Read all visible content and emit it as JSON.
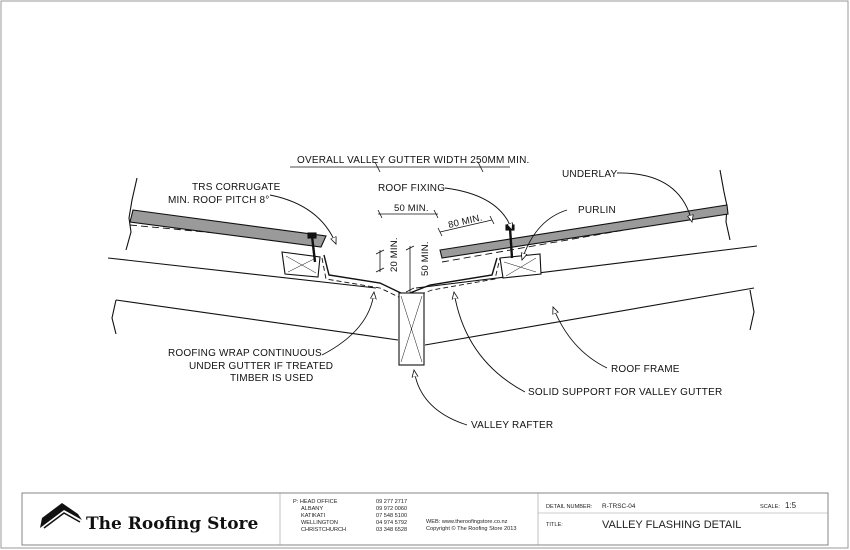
{
  "drawing": {
    "labels": {
      "overall_width": "OVERALL VALLEY GUTTER WIDTH 250MM MIN.",
      "trs_corrugate_line1": "TRS CORRUGATE",
      "trs_corrugate_line2": "MIN. ROOF PITCH 8°",
      "roof_fixing": "ROOF FIXING",
      "underlay": "UNDERLAY",
      "purlin": "PURLIN",
      "dim_50_horizontal": "50 MIN.",
      "dim_80": "80 MIN.",
      "dim_20": "20 MIN.",
      "dim_50_vertical": "50 MIN.",
      "roofing_wrap_line1": "ROOFING WRAP CONTINUOUS",
      "roofing_wrap_line2": "UNDER GUTTER IF TREATED",
      "roofing_wrap_line3": "TIMBER IS USED",
      "roof_frame": "ROOF FRAME",
      "solid_support": "SOLID SUPPORT FOR VALLEY GUTTER",
      "valley_rafter": "VALLEY RAFTER"
    }
  },
  "title_block": {
    "company": "The Roofing Store",
    "offices": [
      {
        "name": "P: HEAD OFFICE",
        "phone": "09 277 2717"
      },
      {
        "name": "ALBANY",
        "phone": "09 972 0060"
      },
      {
        "name": "KATIKATI",
        "phone": "07 548 5100"
      },
      {
        "name": "WELLINGTON",
        "phone": "04 974 5792"
      },
      {
        "name": "CHRISTCHURCH",
        "phone": "03 348 6528"
      }
    ],
    "web": "WEB: www.theroofingstore.co.nz",
    "copyright": "Copyright © The Roofing Store 2013",
    "detail_number_label": "DETAIL NUMBER:",
    "detail_number": "R-TRSC-04",
    "scale_label": "SCALE:",
    "scale": "1:5",
    "title_label": "TITLE:",
    "title": "VALLEY FLASHING DETAIL"
  }
}
